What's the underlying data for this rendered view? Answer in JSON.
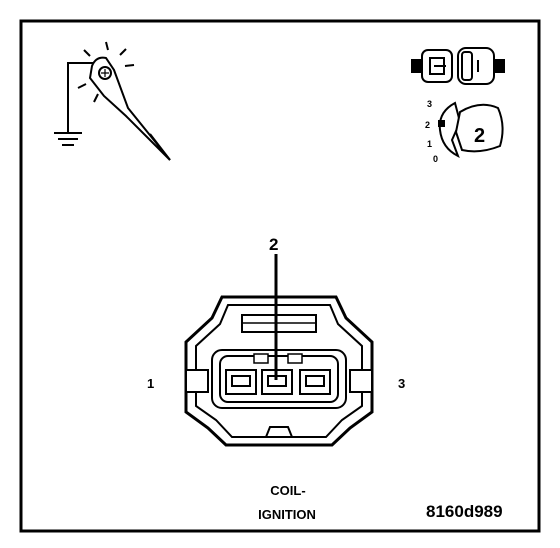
{
  "pin_callout": "2",
  "pin_left": "1",
  "pin_right": "3",
  "connector_name_line1": "COIL-",
  "connector_name_line2": "IGNITION",
  "figure_id": "8160d989",
  "icons": {
    "test_light": "test-light-probe-icon",
    "ground": "ground-symbol-icon",
    "connector_pair": "connector-pair-icon",
    "terminal_side": "terminal-view-icon"
  },
  "terminal_view": {
    "numbers": [
      "3",
      "2",
      "1",
      "0"
    ],
    "side_label": "2"
  }
}
